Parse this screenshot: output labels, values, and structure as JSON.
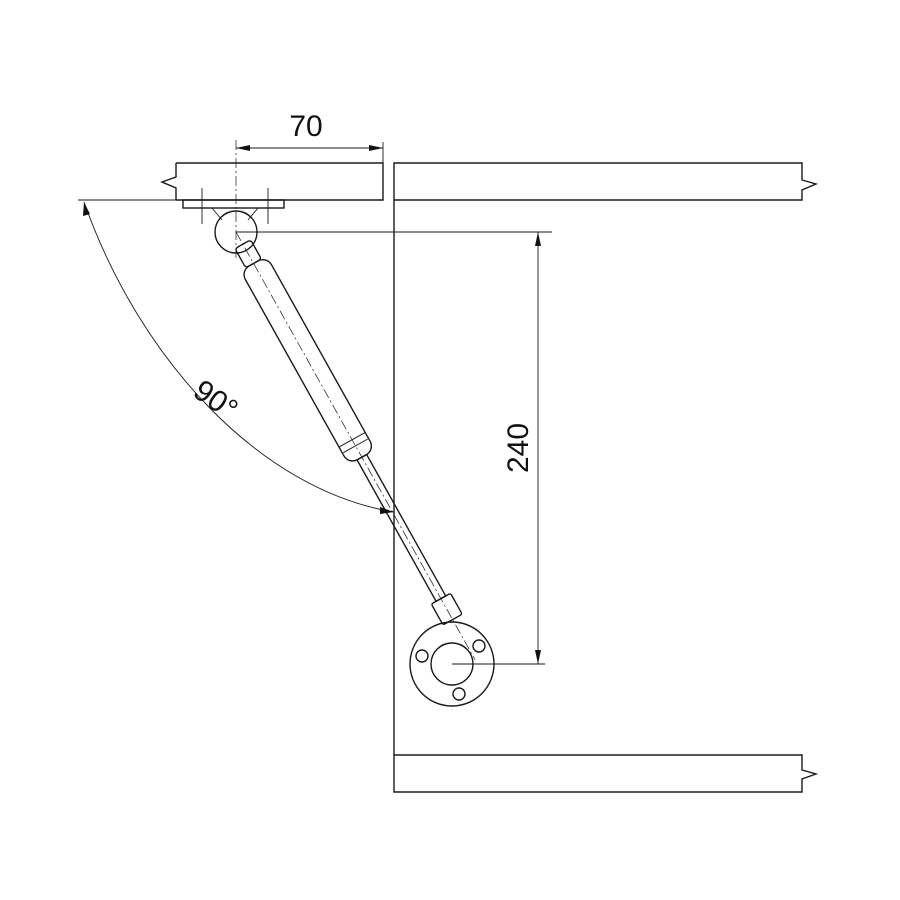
{
  "dimensions": {
    "horizontal_offset": "70",
    "vertical_offset": "240",
    "opening_angle": "90°"
  },
  "colors": {
    "line": "#1a1a1a",
    "background": "#ffffff"
  }
}
